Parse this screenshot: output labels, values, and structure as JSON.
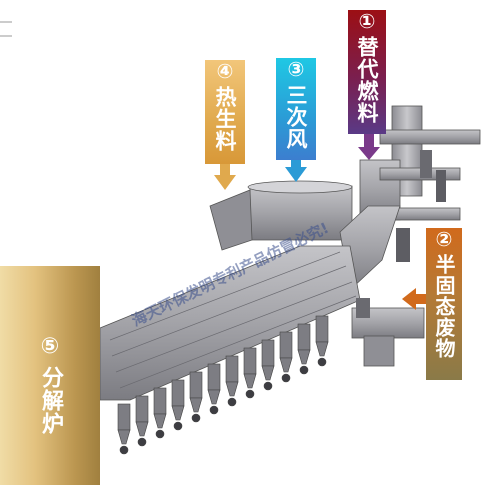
{
  "callouts": {
    "fuel": {
      "number": "①",
      "text": "替代燃料",
      "color": "#9c0f14"
    },
    "wind": {
      "number": "③",
      "text": "三次风",
      "color": "#1fc8e4"
    },
    "meal": {
      "number": "④",
      "text": "热生料",
      "color": "#e0a94d"
    },
    "waste": {
      "number": "②",
      "text": "半固态废物",
      "color": "#d16a1c"
    },
    "calciner": {
      "number": "⑤",
      "text": "分解炉",
      "color": "#e3c27f"
    }
  },
  "watermark": "海天环保发明专利产品仿冒必究!",
  "colors": {
    "machine": "#a7a7ab",
    "machine_dark": "#6e6e72",
    "arrow_fuel": "#7a3a8a",
    "arrow_wind": "#2b9bd6",
    "arrow_meal": "#e0a94d",
    "arrow_waste": "#d16a1c"
  }
}
